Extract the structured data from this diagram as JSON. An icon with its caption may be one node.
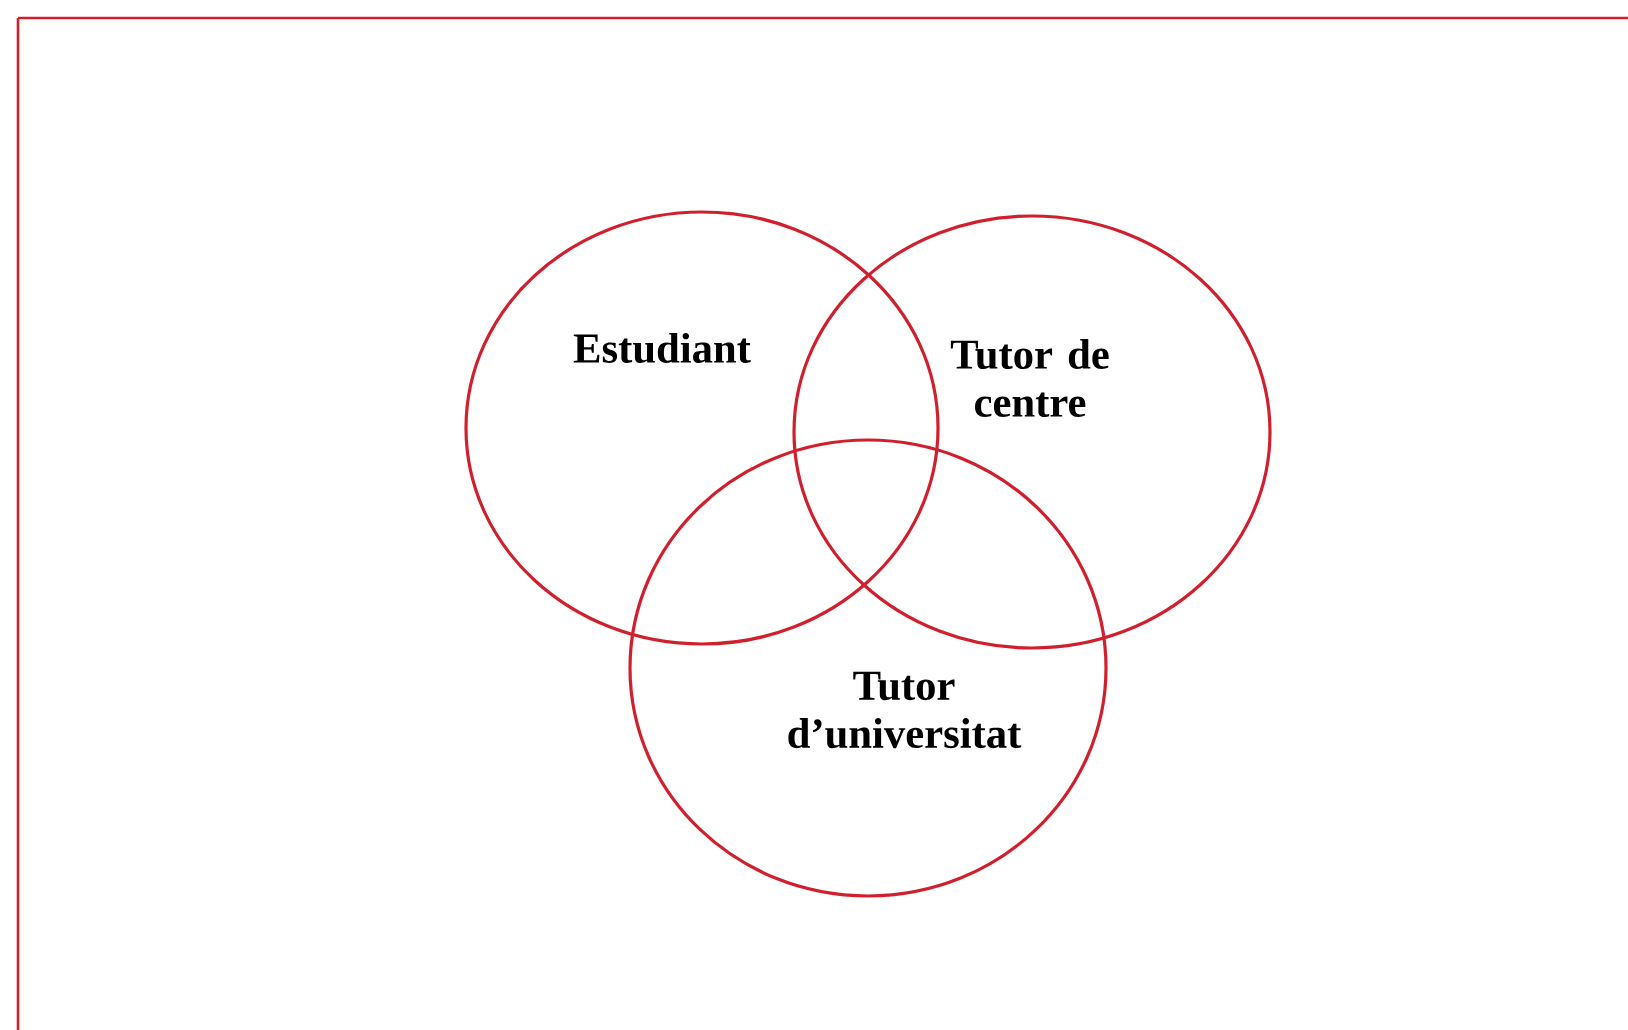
{
  "diagram": {
    "nodes": [
      {
        "text": [
          "Estudiant"
        ]
      },
      {
        "text": [
          "Tutor de centre"
        ]
      },
      {
        "text": [
          "Tutor d’universitat"
        ]
      }
    ]
  }
}
